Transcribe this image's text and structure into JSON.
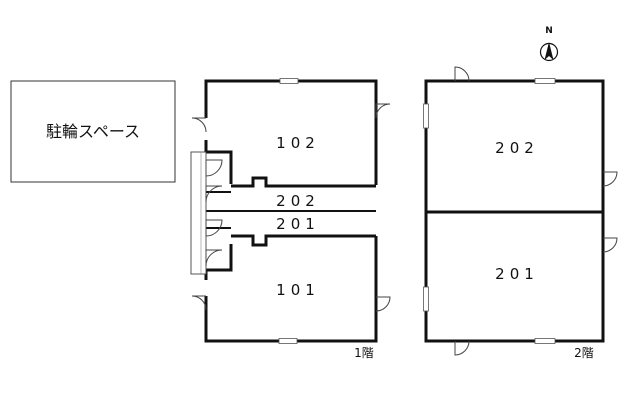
{
  "compass": {
    "letter": "N"
  },
  "bicycle_area": {
    "label": "駐輪スペース"
  },
  "floor1": {
    "label": "1階",
    "rooms": [
      {
        "id": "r102",
        "label": "102"
      },
      {
        "id": "r101",
        "label": "101"
      }
    ],
    "corridors": [
      {
        "id": "c202",
        "label": "202"
      },
      {
        "id": "c201",
        "label": "201"
      }
    ]
  },
  "floor2": {
    "label": "2階",
    "rooms": [
      {
        "id": "r202",
        "label": "202"
      },
      {
        "id": "r201",
        "label": "201"
      }
    ]
  }
}
